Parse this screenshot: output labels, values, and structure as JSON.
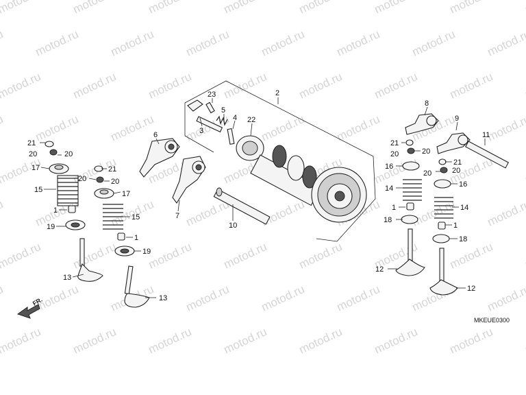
{
  "watermark": "motod.ru",
  "diagram_code": "MKEUE0300",
  "direction_label": "FR.",
  "callouts": {
    "c1a": "1",
    "c1b": "1",
    "c1c": "1",
    "c1d": "1",
    "c2": "2",
    "c3": "3",
    "c4": "4",
    "c5": "5",
    "c6": "6",
    "c7": "7",
    "c8": "8",
    "c9": "9",
    "c10": "10",
    "c11": "11",
    "c12a": "12",
    "c12b": "12",
    "c13a": "13",
    "c13b": "13",
    "c14a": "14",
    "c14b": "14",
    "c15a": "15",
    "c15b": "15",
    "c16a": "16",
    "c16b": "16",
    "c17a": "17",
    "c17b": "17",
    "c18a": "18",
    "c18b": "18",
    "c19a": "19",
    "c19b": "19",
    "c20a": "20",
    "c20b": "20",
    "c20c": "20",
    "c20d": "20",
    "c20e": "20",
    "c20f": "20",
    "c20g": "20",
    "c20h": "20",
    "c21a": "21",
    "c21b": "21",
    "c21c": "21",
    "c21d": "21",
    "c22": "22",
    "c23": "23"
  }
}
